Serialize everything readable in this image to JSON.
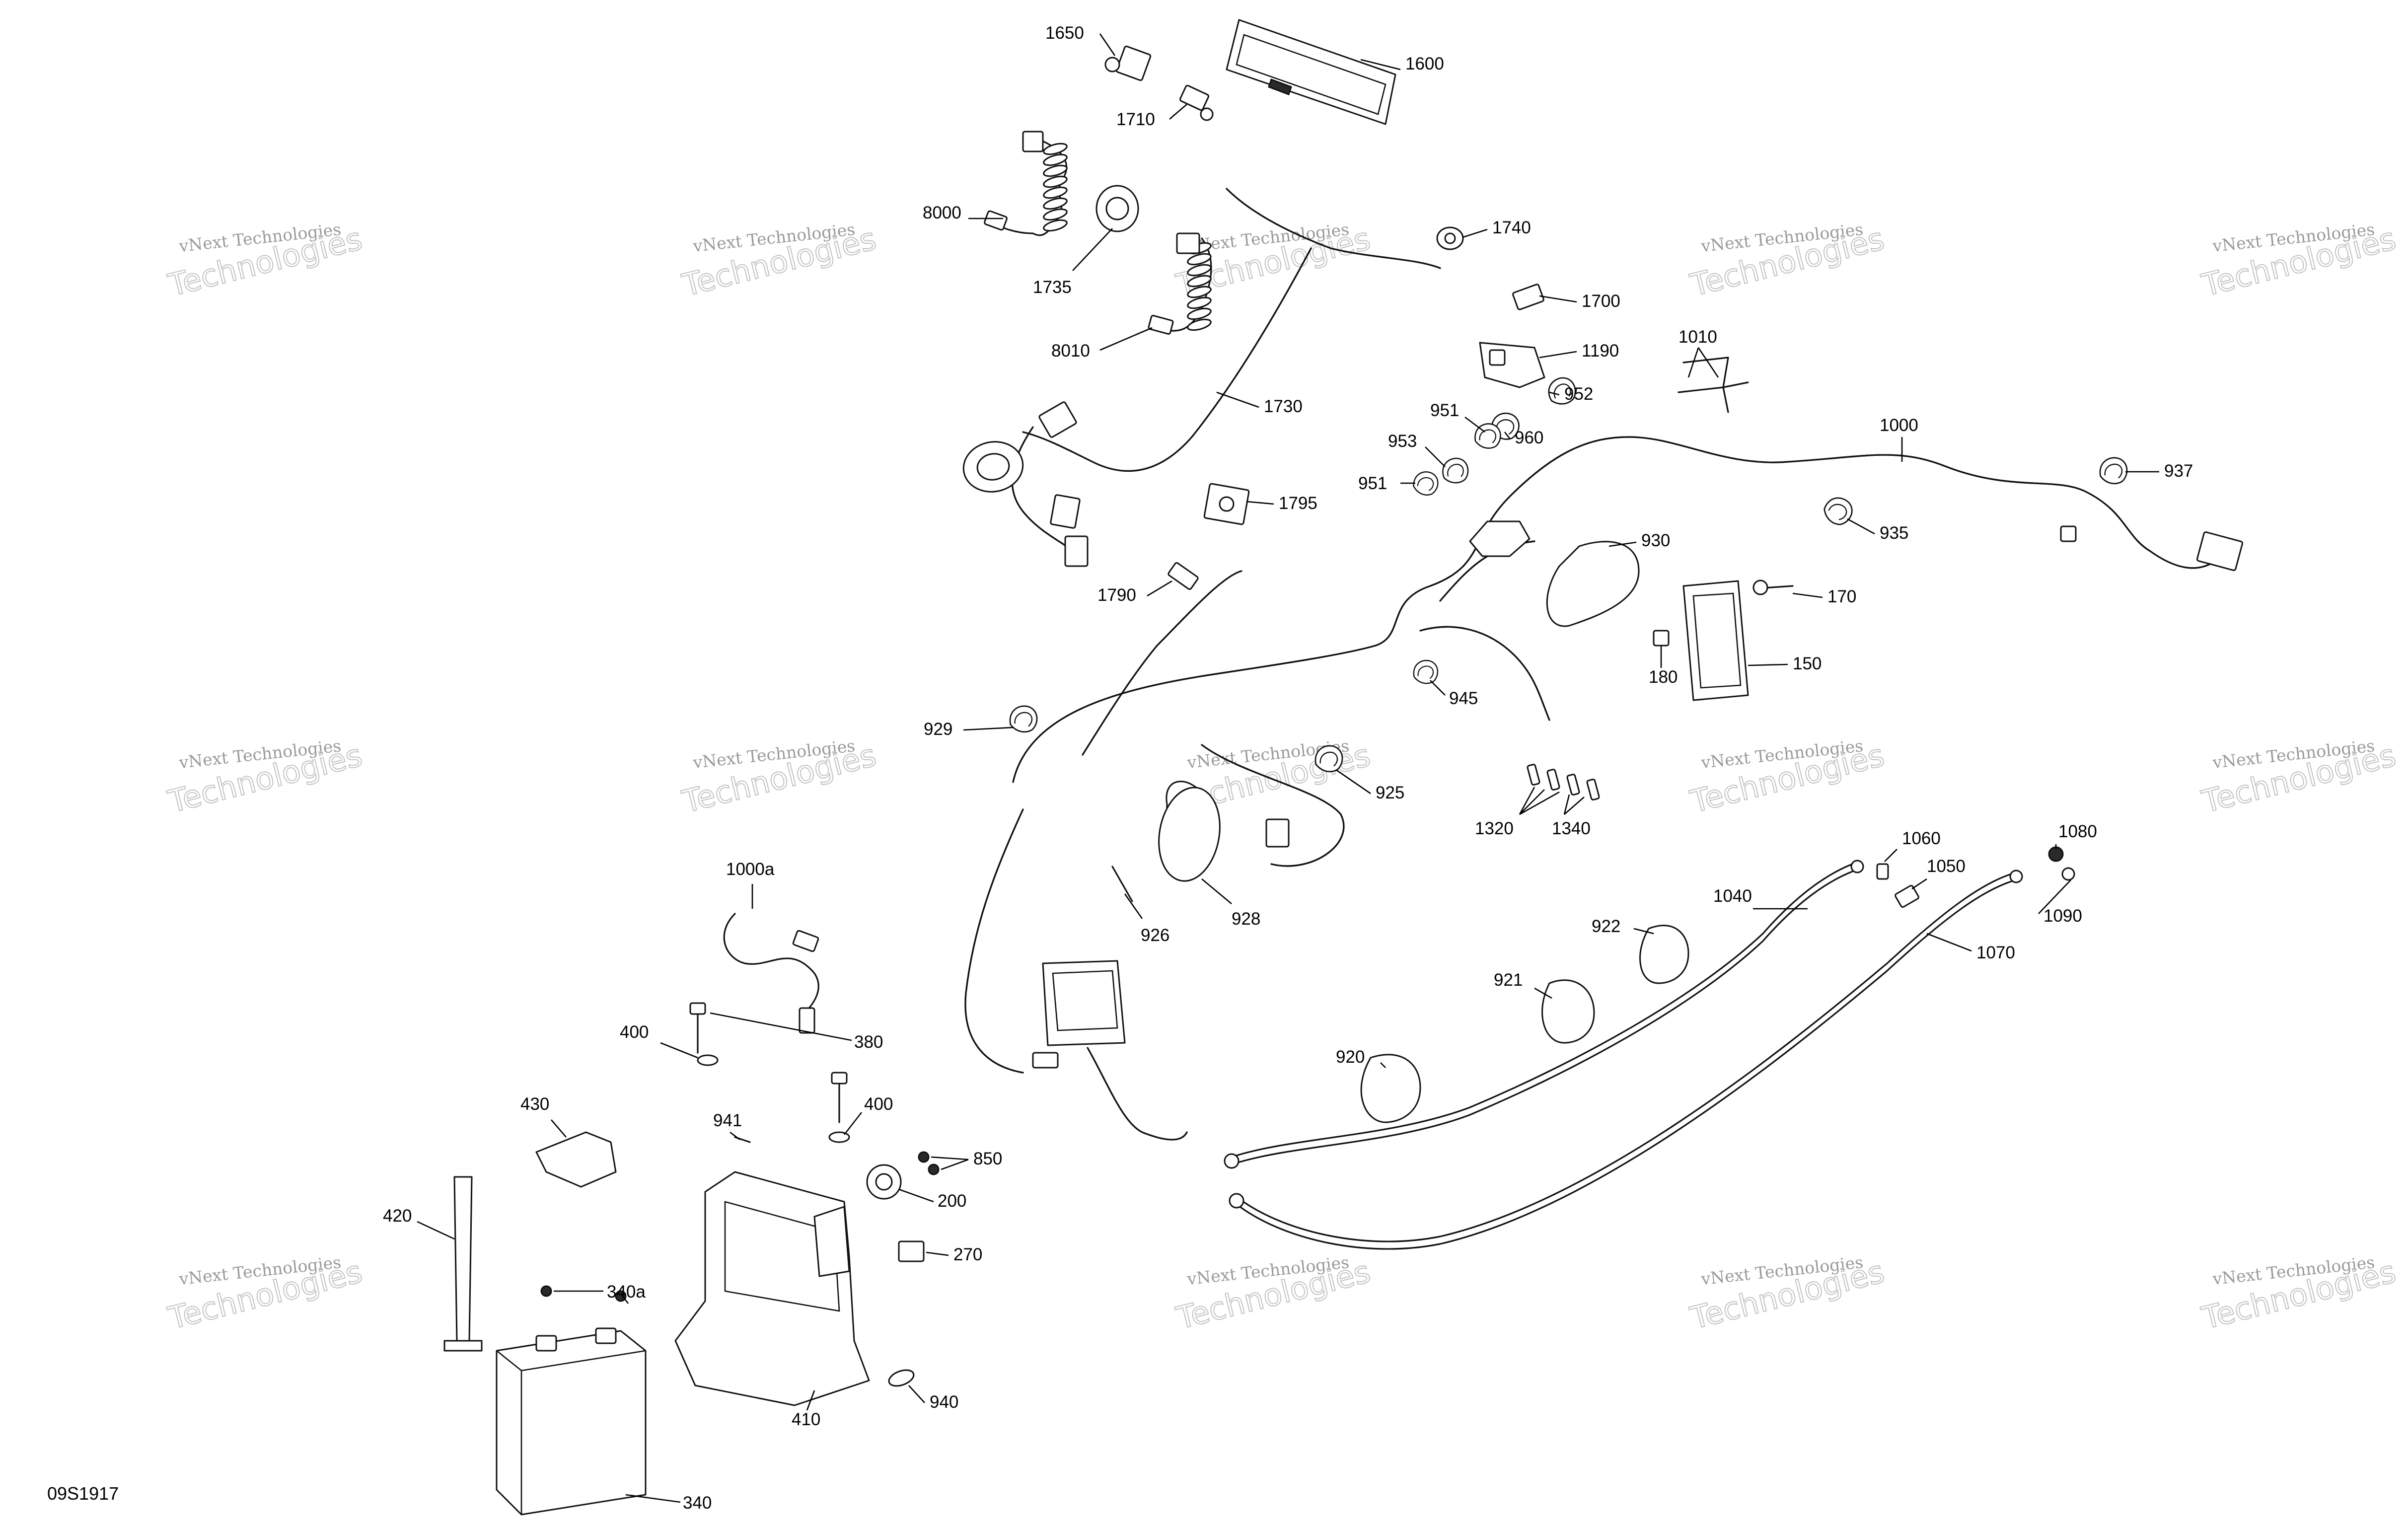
{
  "diagram_code": "09S1917",
  "watermark": {
    "line1": "vNext Technologies",
    "line2": "Technologies"
  },
  "callouts": [
    "1650",
    "1600",
    "1710",
    "8000",
    "1735",
    "1740",
    "1700",
    "8010",
    "1190",
    "1010",
    "1730",
    "951",
    "952",
    "960",
    "953",
    "951",
    "1000",
    "937",
    "1795",
    "930",
    "935",
    "1790",
    "170",
    "180",
    "150",
    "945",
    "929",
    "925",
    "1320",
    "1340",
    "1000a",
    "926",
    "928",
    "1060",
    "1050",
    "1080",
    "1040",
    "1090",
    "922",
    "1070",
    "921",
    "380",
    "400",
    "920",
    "400",
    "430",
    "941",
    "850",
    "200",
    "420",
    "270",
    "340a",
    "410",
    "940",
    "340"
  ]
}
